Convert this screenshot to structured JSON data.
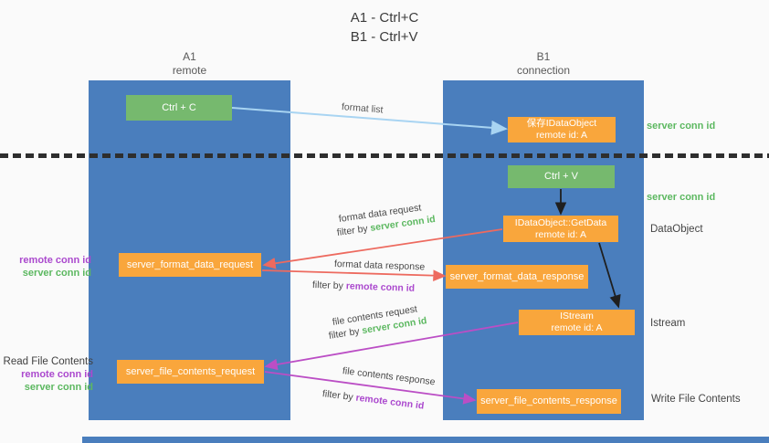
{
  "title": {
    "line1": "A1 - Ctrl+C",
    "line2": "B1 - Ctrl+V"
  },
  "columns": {
    "a": {
      "title": "A1",
      "subtitle": "remote"
    },
    "b": {
      "title": "B1",
      "subtitle": "connection"
    }
  },
  "nodes": {
    "ctrl_c": {
      "label": "Ctrl + C"
    },
    "save_idataobject": {
      "line1": "保存IDataObject",
      "line2": "remote id: A"
    },
    "ctrl_v": {
      "label": "Ctrl + V"
    },
    "getdata": {
      "line1": "IDataObject::GetData",
      "line2": "remote id: A"
    },
    "format_request": {
      "label": "server_format_data_request"
    },
    "format_response": {
      "label": "server_format_data_response"
    },
    "istream": {
      "line1": "IStream",
      "line2": "remote id: A"
    },
    "file_request": {
      "label": "server_file_contents_request"
    },
    "file_response": {
      "label": "server_file_contents_response"
    }
  },
  "arrow_labels": {
    "format_list": "format list",
    "format_data_request": "format data request",
    "format_data_response": "format data response",
    "file_contents_request": "file contents request",
    "file_contents_response": "file contents response",
    "filter_by": "filter by",
    "server_conn_id": "server conn id",
    "remote_conn_id": "remote conn id"
  },
  "side_labels": {
    "server_conn_id_top": "server conn id",
    "server_conn_id_mid": "server conn id",
    "dataobject": "DataObject",
    "istream": "Istream",
    "read_file_contents": "Read File Contents",
    "write_file_contents": "Write File Contents",
    "remote_conn_id": "remote conn id",
    "server_conn_id": "server conn id"
  },
  "colors": {
    "lifeline_blue": "#4a7ebd",
    "action_green": "#76b96e",
    "message_orange": "#f9a63c",
    "request_red": "#ed6a5f",
    "response_magenta": "#bb4ec5",
    "format_list_blue": "#a8d4f2",
    "conn_id_green": "#5cb860",
    "conn_id_purple": "#ab49ce"
  }
}
